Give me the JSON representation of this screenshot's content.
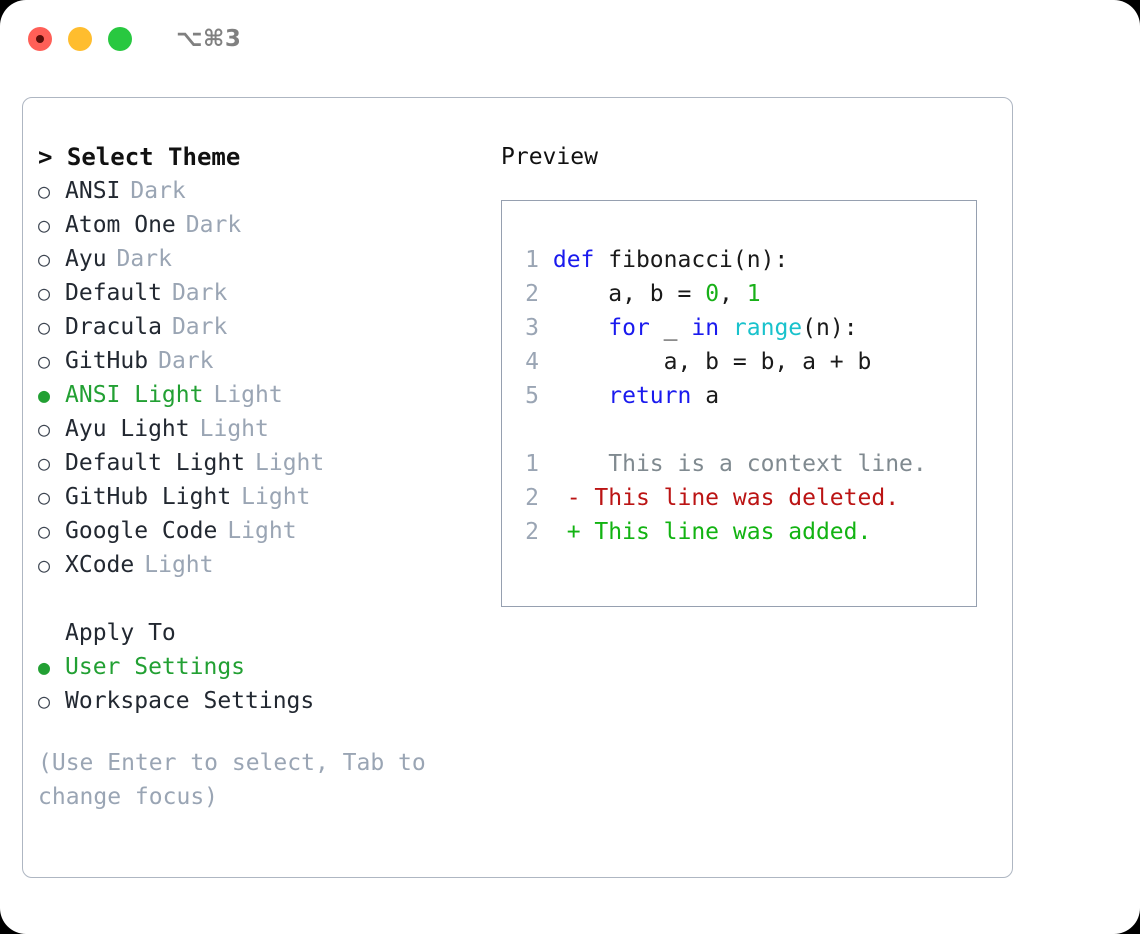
{
  "titlebar": {
    "lights": [
      {
        "name": "close",
        "color": "#ff5f57"
      },
      {
        "name": "minimize",
        "color": "#ffbd2e"
      },
      {
        "name": "zoom",
        "color": "#28c840"
      }
    ],
    "shortcut": "⌥⌘3"
  },
  "theme_panel": {
    "header": "> Select Theme",
    "selected_theme": "ANSI Light",
    "themes": [
      {
        "name": "ANSI",
        "tag": "Dark",
        "selected": false,
        "bullet": "○"
      },
      {
        "name": "Atom One",
        "tag": "Dark",
        "selected": false,
        "bullet": "○"
      },
      {
        "name": "Ayu",
        "tag": "Dark",
        "selected": false,
        "bullet": "○"
      },
      {
        "name": "Default",
        "tag": "Dark",
        "selected": false,
        "bullet": "○"
      },
      {
        "name": "Dracula",
        "tag": "Dark",
        "selected": false,
        "bullet": "○"
      },
      {
        "name": "GitHub",
        "tag": "Dark",
        "selected": false,
        "bullet": "○"
      },
      {
        "name": "ANSI Light",
        "tag": "Light",
        "selected": true,
        "bullet": "●"
      },
      {
        "name": "Ayu Light",
        "tag": "Light",
        "selected": false,
        "bullet": "○"
      },
      {
        "name": "Default Light",
        "tag": "Light",
        "selected": false,
        "bullet": "○"
      },
      {
        "name": "GitHub Light",
        "tag": "Light",
        "selected": false,
        "bullet": "○"
      },
      {
        "name": "Google Code",
        "tag": "Light",
        "selected": false,
        "bullet": "○"
      },
      {
        "name": "XCode",
        "tag": "Light",
        "selected": false,
        "bullet": "○"
      }
    ],
    "apply_to": {
      "heading": "Apply To",
      "selected_option": "User Settings",
      "options": [
        {
          "label": "User Settings",
          "selected": true,
          "bullet": "●"
        },
        {
          "label": "Workspace Settings",
          "selected": false,
          "bullet": "○"
        }
      ]
    },
    "hint": "(Use Enter to select, Tab to change focus)"
  },
  "preview": {
    "title": "Preview",
    "code_lines": [
      {
        "n": "1",
        "tokens": [
          {
            "t": "def",
            "c": "kw"
          },
          {
            "t": " fibonacci(n):",
            "c": "plain"
          }
        ]
      },
      {
        "n": "2",
        "tokens": [
          {
            "t": "    a, b = ",
            "c": "plain"
          },
          {
            "t": "0",
            "c": "num"
          },
          {
            "t": ", ",
            "c": "plain"
          },
          {
            "t": "1",
            "c": "num"
          }
        ]
      },
      {
        "n": "3",
        "tokens": [
          {
            "t": "    ",
            "c": "plain"
          },
          {
            "t": "for",
            "c": "kw"
          },
          {
            "t": " _ ",
            "c": "plain"
          },
          {
            "t": "in",
            "c": "kw"
          },
          {
            "t": " ",
            "c": "plain"
          },
          {
            "t": "range",
            "c": "bi"
          },
          {
            "t": "(n):",
            "c": "plain"
          }
        ]
      },
      {
        "n": "4",
        "tokens": [
          {
            "t": "        a, b = b, a + b",
            "c": "plain"
          }
        ]
      },
      {
        "n": "5",
        "tokens": [
          {
            "t": "    ",
            "c": "plain"
          },
          {
            "t": "return",
            "c": "kw"
          },
          {
            "t": " a",
            "c": "plain"
          }
        ]
      }
    ],
    "diff_lines": [
      {
        "n": "1",
        "marker": " ",
        "text": "  This is a context line.",
        "kind": "ctx"
      },
      {
        "n": "2",
        "marker": "-",
        "text": " This line was deleted.",
        "kind": "del"
      },
      {
        "n": "2",
        "marker": "+",
        "text": " This line was added.",
        "kind": "add"
      }
    ]
  },
  "colors": {
    "accent_green": "#22a033",
    "muted_gray": "#9aa5b4",
    "keyword_blue": "#1a1aee",
    "builtin_cyan": "#19c2cc",
    "number_green": "#18b018",
    "diff_delete_red": "#bb1414",
    "diff_add_green": "#12b312",
    "panel_border": "#aeb6c2",
    "preview_border": "#96a0b0"
  }
}
